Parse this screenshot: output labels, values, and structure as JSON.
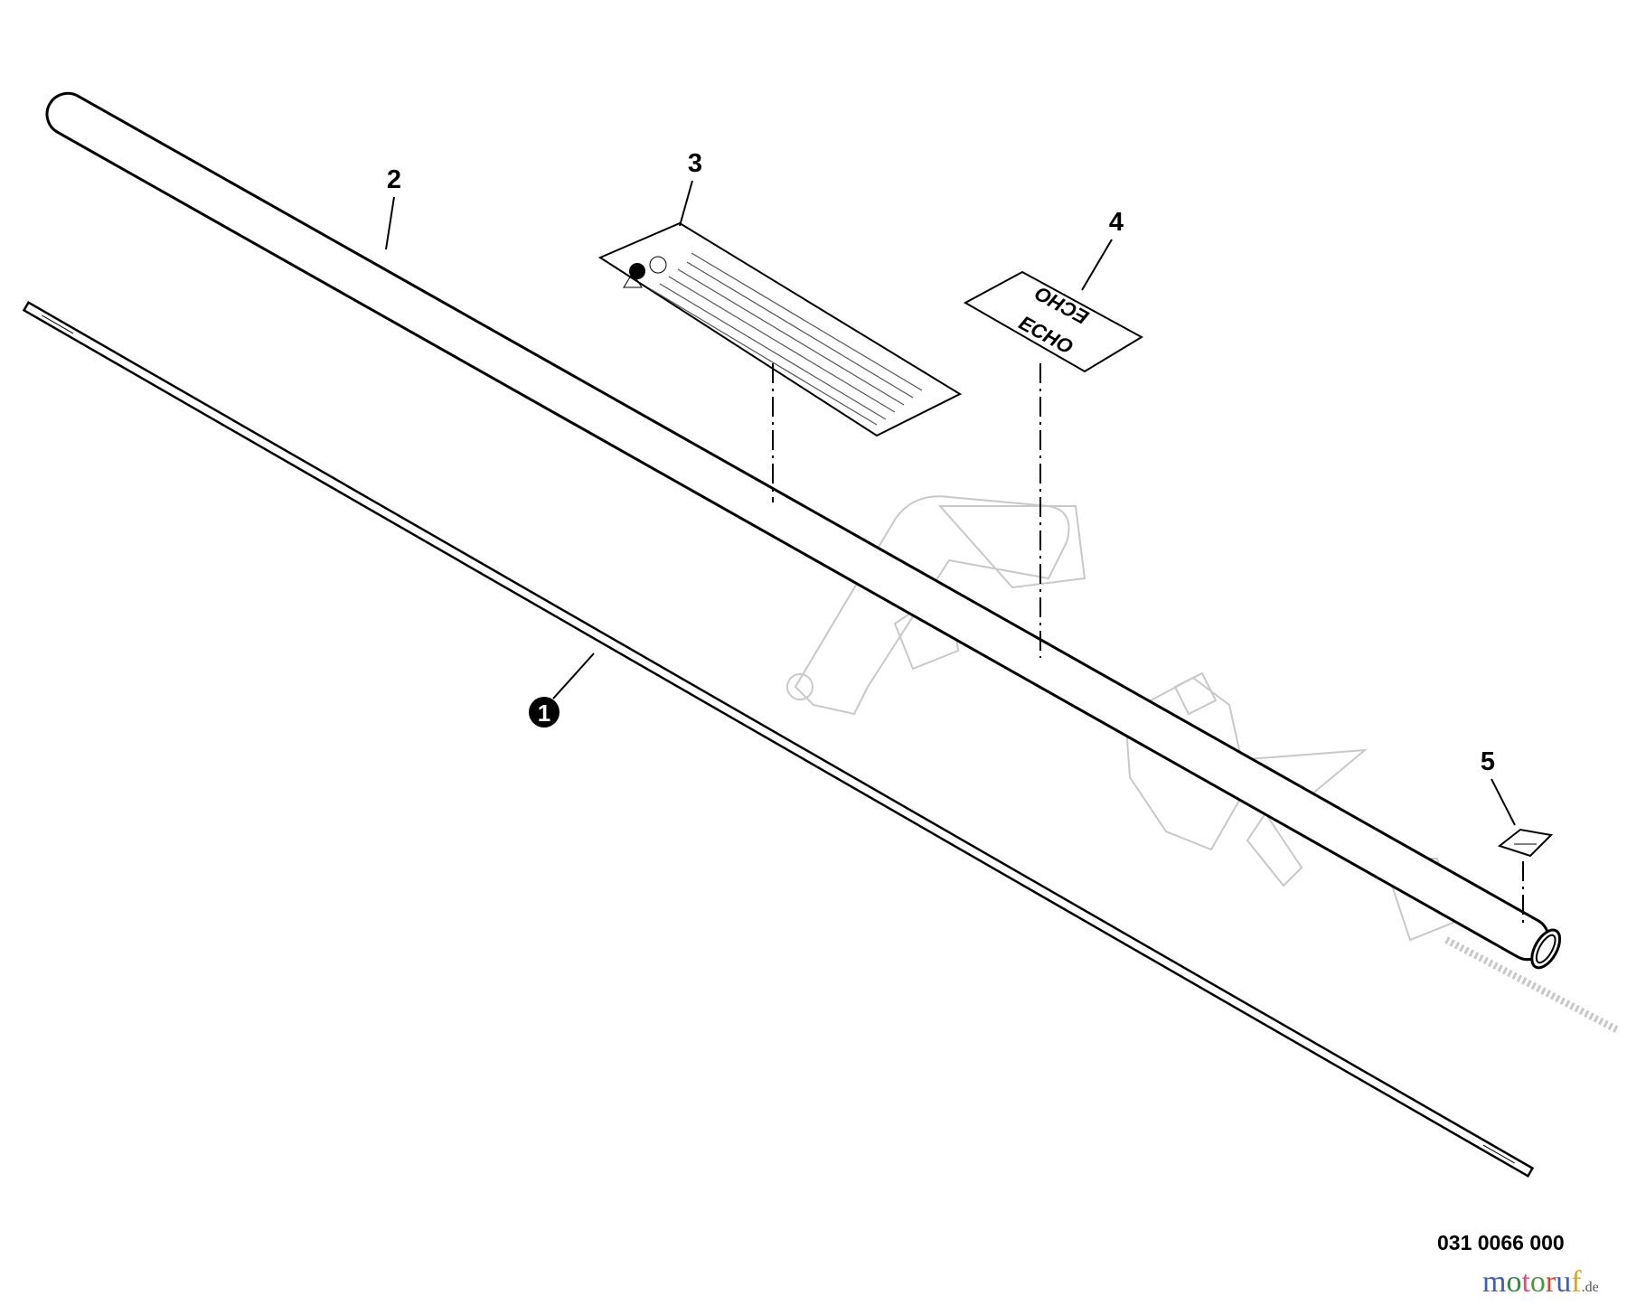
{
  "diagram": {
    "callouts": [
      {
        "label": "1",
        "style": "filled-circle"
      },
      {
        "label": "2",
        "style": "plain"
      },
      {
        "label": "3",
        "style": "plain"
      },
      {
        "label": "4",
        "style": "plain"
      },
      {
        "label": "5",
        "style": "plain"
      }
    ],
    "part_number": "031 0066 000",
    "decal_logo": "ECHO",
    "colors": {
      "line": "#000000",
      "ghost": "#c8c8c8"
    }
  },
  "watermark": {
    "text": "motoruf",
    "suffix": ".de",
    "letter_colors": [
      "#3b5fc0",
      "#2e8b3a",
      "#e04a7a",
      "#4a9a3a",
      "#d6452e",
      "#3b5fc0",
      "#e3a21a"
    ]
  }
}
